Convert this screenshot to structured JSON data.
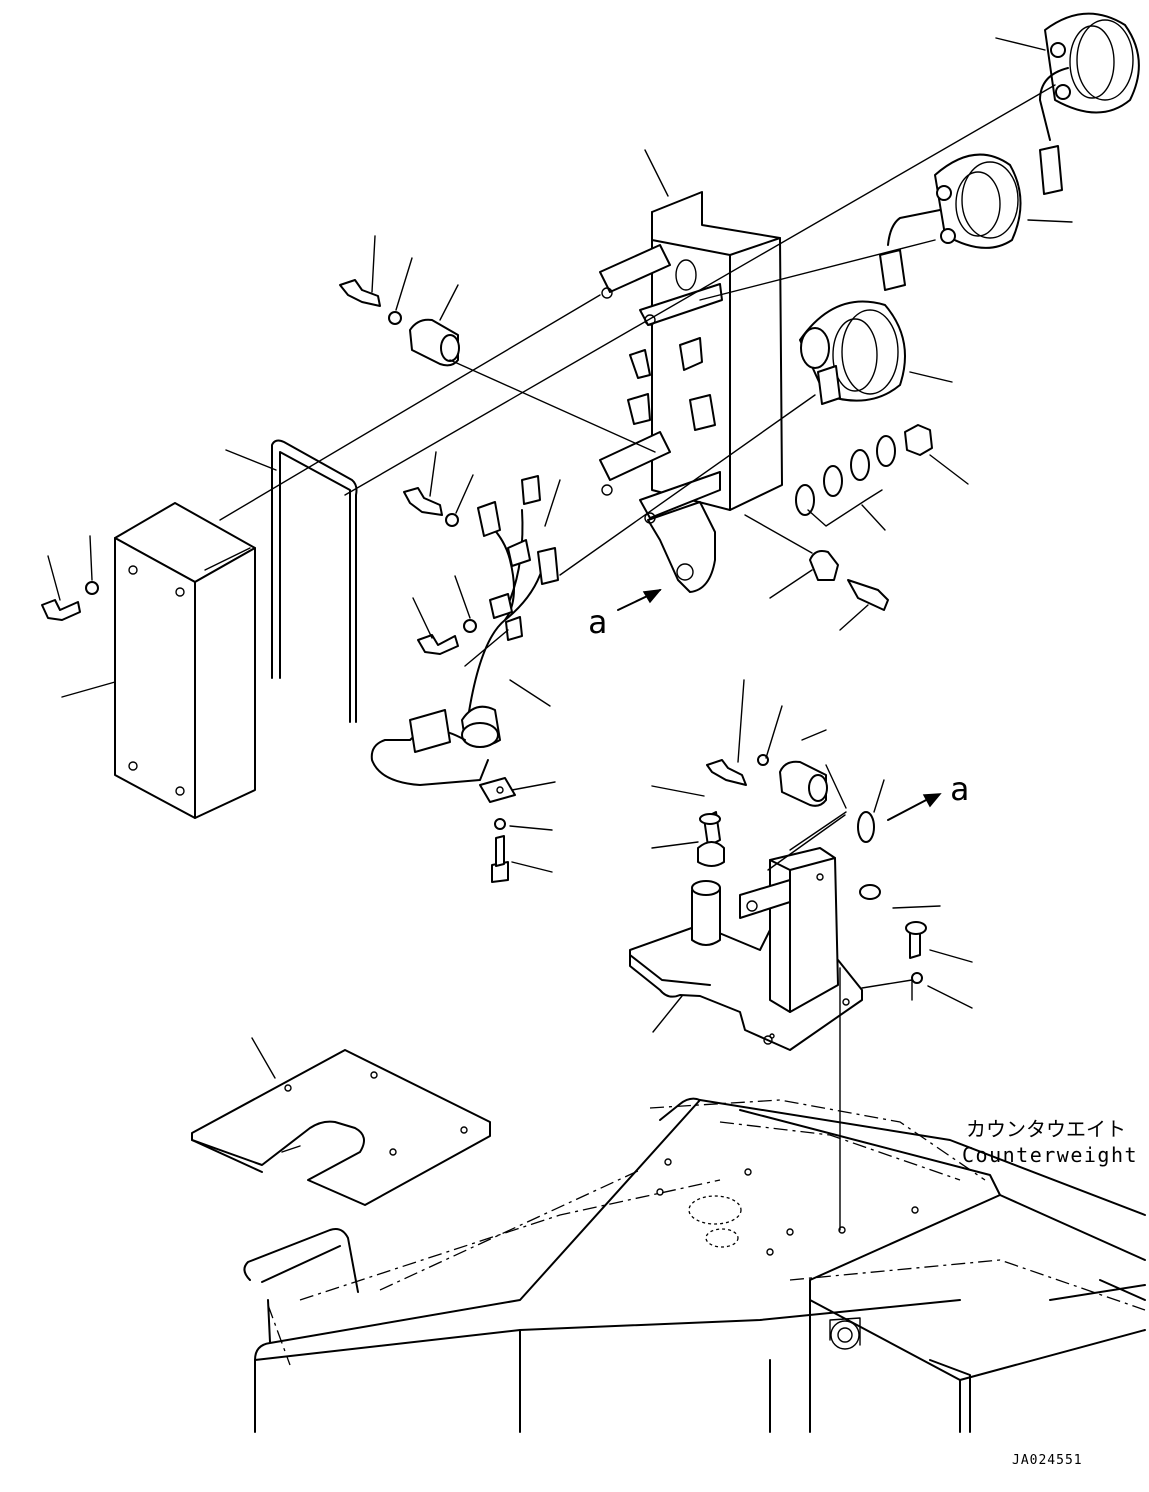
{
  "view_labels": {
    "view_a_upper": "a",
    "view_a_lower": "a"
  },
  "counterweight": {
    "label_jp": "カウンタウエイト",
    "label_en": "Counterweight"
  },
  "drawing_id": "JA024551"
}
